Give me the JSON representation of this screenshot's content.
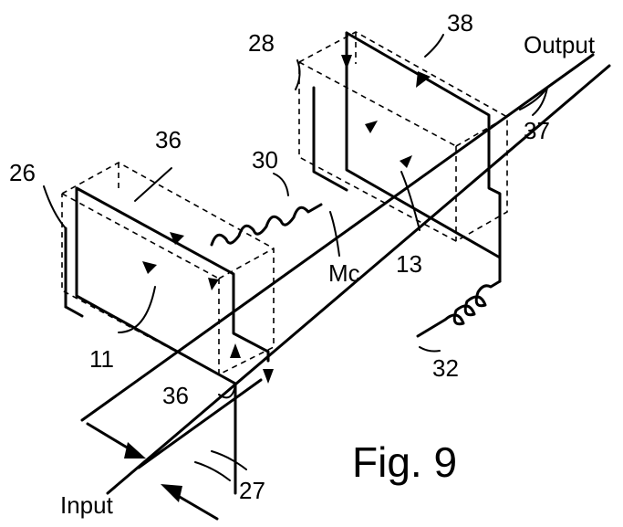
{
  "labels": {
    "output": "Output",
    "input": "Input",
    "fig": "Fig. 9",
    "mc": "Mc",
    "n38": "38",
    "n28": "28",
    "n37": "37",
    "n36_top": "36",
    "n36_bottom": "36",
    "n26": "26",
    "n30": "30",
    "n13": "13",
    "n11": "11",
    "n32": "32",
    "n27": "27"
  }
}
